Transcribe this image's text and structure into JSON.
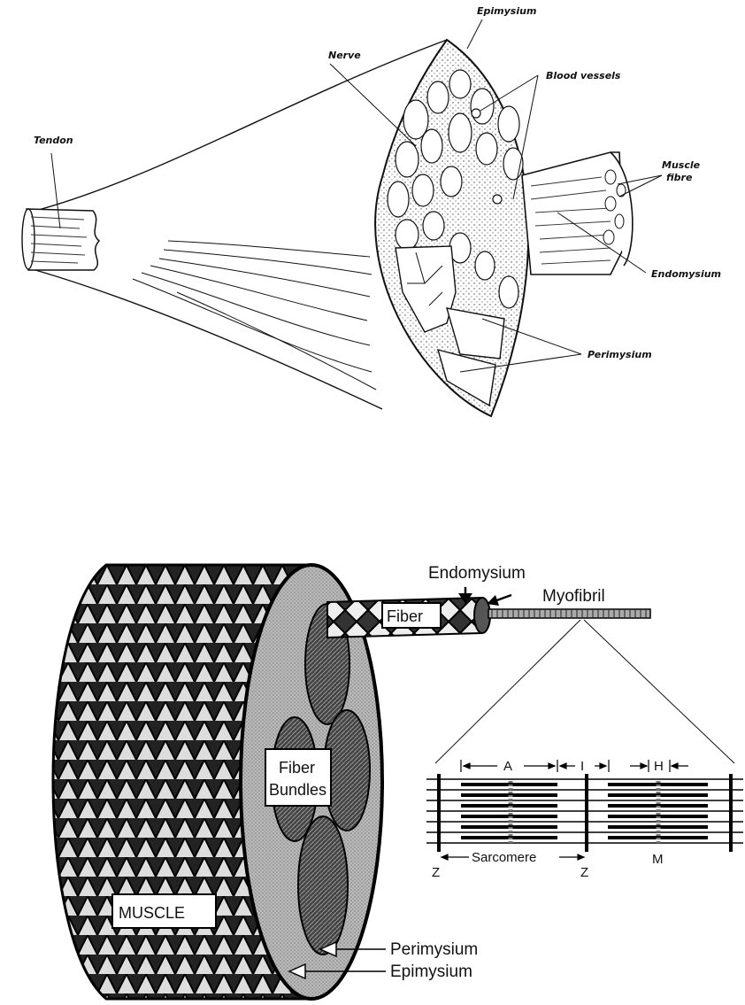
{
  "top_diagram": {
    "labels": {
      "epimysium": "Epimysium",
      "nerve": "Nerve",
      "blood_vessels": "Blood vessels",
      "tendon": "Tendon",
      "muscle_fibre_line1": "Muscle",
      "muscle_fibre_line2": "fibre",
      "endomysium": "Endomysium",
      "perimysium": "Perimysium"
    }
  },
  "bottom_diagram": {
    "labels": {
      "endomysium": "Endomysium",
      "myofibril": "Myofibril",
      "fiber": "Fiber",
      "fiber_bundles_line1": "Fiber",
      "fiber_bundles_line2": "Bundles",
      "muscle": "MUSCLE",
      "perimysium": "Perimysium",
      "epimysium": "Epimysium",
      "a_band": "A",
      "i_band": "I",
      "h_zone": "H",
      "z_left": "Z",
      "z_right": "Z",
      "sarcomere": "Sarcomere",
      "m_line": "M"
    }
  }
}
